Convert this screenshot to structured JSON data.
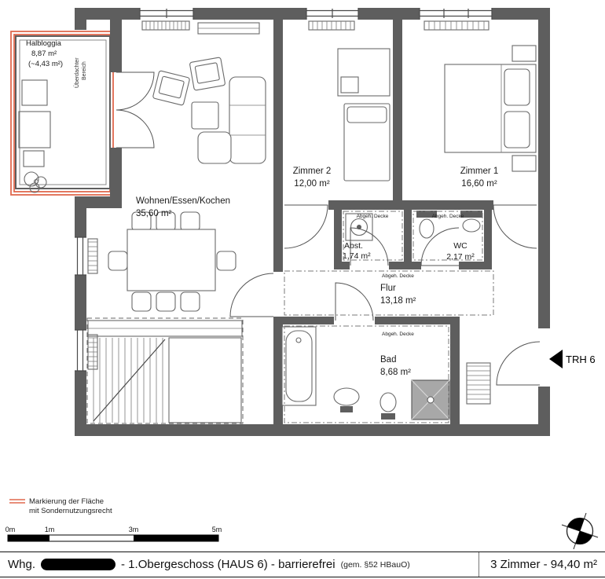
{
  "plan": {
    "loggia": {
      "name": "Halbloggia",
      "area": "8,87 m²",
      "area_alt": "(~4,43 m²)",
      "covered_line1": "Überdachter",
      "covered_line2": "Bereich"
    },
    "rooms": {
      "wohnen": {
        "name": "Wohnen/Essen/Kochen",
        "area": "35,60 m²"
      },
      "zimmer2": {
        "name": "Zimmer 2",
        "area": "12,00 m²"
      },
      "zimmer1": {
        "name": "Zimmer 1",
        "area": "16,60 m²"
      },
      "abst": {
        "name": "Abst.",
        "area": "1,74 m²"
      },
      "wc": {
        "name": "WC",
        "area": "2,17 m²"
      },
      "flur": {
        "name": "Flur",
        "area": "13,18 m²"
      },
      "bad": {
        "name": "Bad",
        "area": "8,68 m²"
      }
    },
    "ceiling_note": "Abgeh. Decke",
    "stairwell_label": "TRH 6"
  },
  "legend": {
    "marker_line1": "Markierung der Fläche",
    "marker_line2": "mit Sondernutzungsrecht"
  },
  "scalebar": {
    "labels": [
      "0m",
      "1m",
      "3m",
      "5m"
    ]
  },
  "footer": {
    "prefix": "Whg.",
    "description": "- 1.Obergeschoss (HAUS 6) - barrierefrei",
    "legal": "(gem. §52 HBauO)",
    "summary": "3 Zimmer - 94,40 m²"
  },
  "colors": {
    "wall": "#5e5e5e",
    "special_use_marking": "#e0694f"
  }
}
